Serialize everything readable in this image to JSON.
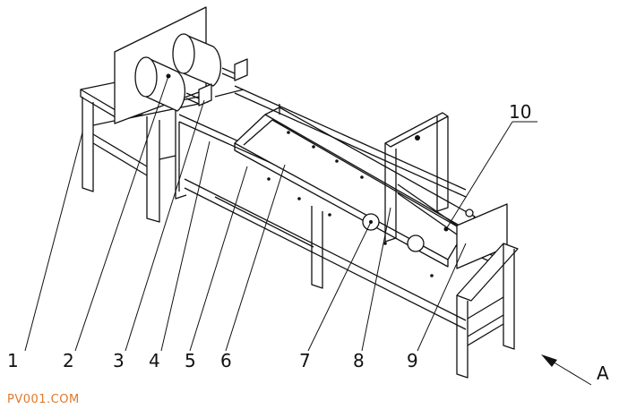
{
  "part_labels": [
    "1",
    "2",
    "3",
    "4",
    "5",
    "6",
    "7",
    "8",
    "9",
    "10"
  ],
  "view_arrow_label": "A",
  "watermark": "PV001.COM",
  "colors": {
    "line": "#111111",
    "background": "#ffffff",
    "watermark": "#e2782a"
  }
}
